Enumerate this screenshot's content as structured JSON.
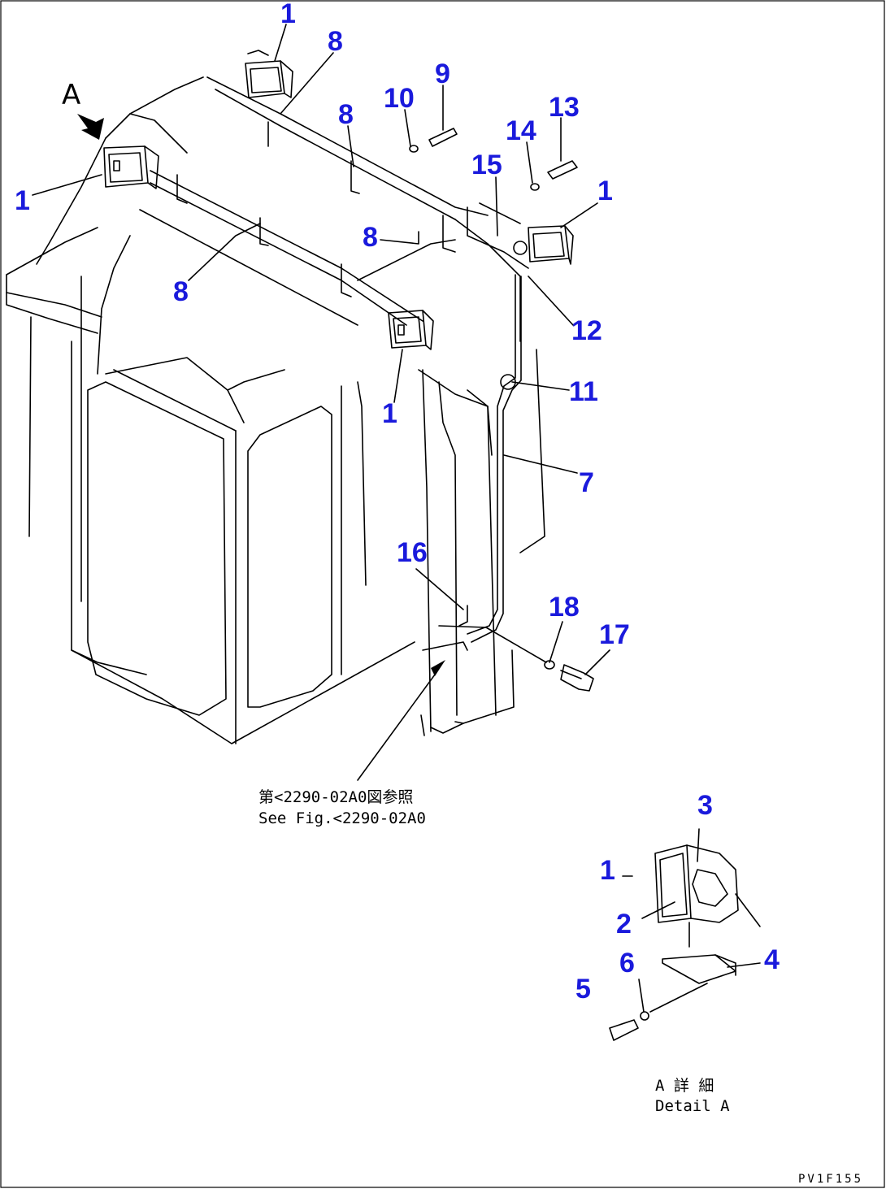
{
  "view_label": "A",
  "callouts": [
    {
      "id": "c1a",
      "text": "1"
    },
    {
      "id": "c1b",
      "text": "1"
    },
    {
      "id": "c1c",
      "text": "1"
    },
    {
      "id": "c1d",
      "text": "1"
    },
    {
      "id": "c1e",
      "text": "1"
    },
    {
      "id": "c2",
      "text": "2"
    },
    {
      "id": "c3",
      "text": "3"
    },
    {
      "id": "c4",
      "text": "4"
    },
    {
      "id": "c5",
      "text": "5"
    },
    {
      "id": "c6",
      "text": "6"
    },
    {
      "id": "c7",
      "text": "7"
    },
    {
      "id": "c8a",
      "text": "8"
    },
    {
      "id": "c8b",
      "text": "8"
    },
    {
      "id": "c8c",
      "text": "8"
    },
    {
      "id": "c8d",
      "text": "8"
    },
    {
      "id": "c9",
      "text": "9"
    },
    {
      "id": "c10",
      "text": "10"
    },
    {
      "id": "c11",
      "text": "11"
    },
    {
      "id": "c12",
      "text": "12"
    },
    {
      "id": "c13",
      "text": "13"
    },
    {
      "id": "c14",
      "text": "14"
    },
    {
      "id": "c15",
      "text": "15"
    },
    {
      "id": "c16",
      "text": "16"
    },
    {
      "id": "c17",
      "text": "17"
    },
    {
      "id": "c18",
      "text": "18"
    }
  ],
  "reference_note": {
    "jp": "第<2290-02A0図参照",
    "en": "See Fig.<2290-02A0"
  },
  "detail_note": {
    "jp": "A 詳 細",
    "en": "Detail A"
  },
  "drawing_code": "PV1F155",
  "colors": {
    "callout": "#1a1adc",
    "line": "#000000",
    "background": "#ffffff"
  }
}
